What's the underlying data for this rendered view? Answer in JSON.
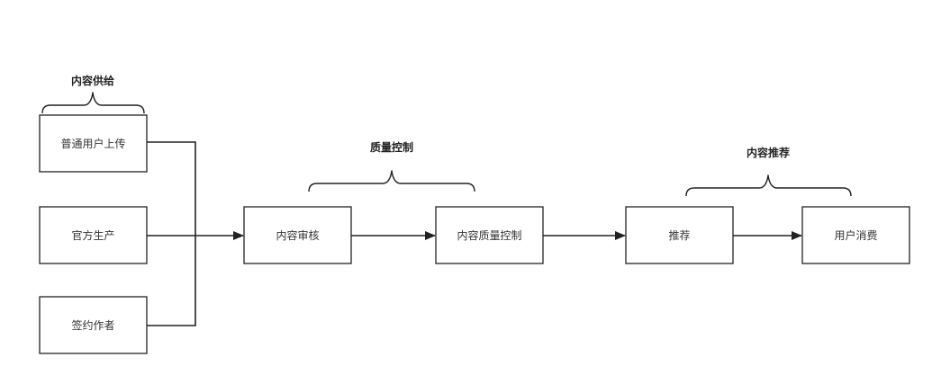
{
  "diagram": {
    "groups": {
      "supply": {
        "label": "内容供给"
      },
      "quality": {
        "label": "质量控制"
      },
      "recommend": {
        "label": "内容推荐"
      }
    },
    "nodes": {
      "ugc_upload": {
        "label": "普通用户上传"
      },
      "official": {
        "label": "官方生产"
      },
      "contracted": {
        "label": "签约作者"
      },
      "review": {
        "label": "内容审核"
      },
      "quality_control": {
        "label": "内容质量控制"
      },
      "recommend": {
        "label": "推荐"
      },
      "consume": {
        "label": "用户消费"
      }
    },
    "edges": [
      {
        "from": "普通用户上传",
        "to": "内容审核"
      },
      {
        "from": "官方生产",
        "to": "内容审核"
      },
      {
        "from": "签约作者",
        "to": "内容审核"
      },
      {
        "from": "内容审核",
        "to": "内容质量控制"
      },
      {
        "from": "内容质量控制",
        "to": "推荐"
      },
      {
        "from": "推荐",
        "to": "用户消费"
      }
    ]
  }
}
